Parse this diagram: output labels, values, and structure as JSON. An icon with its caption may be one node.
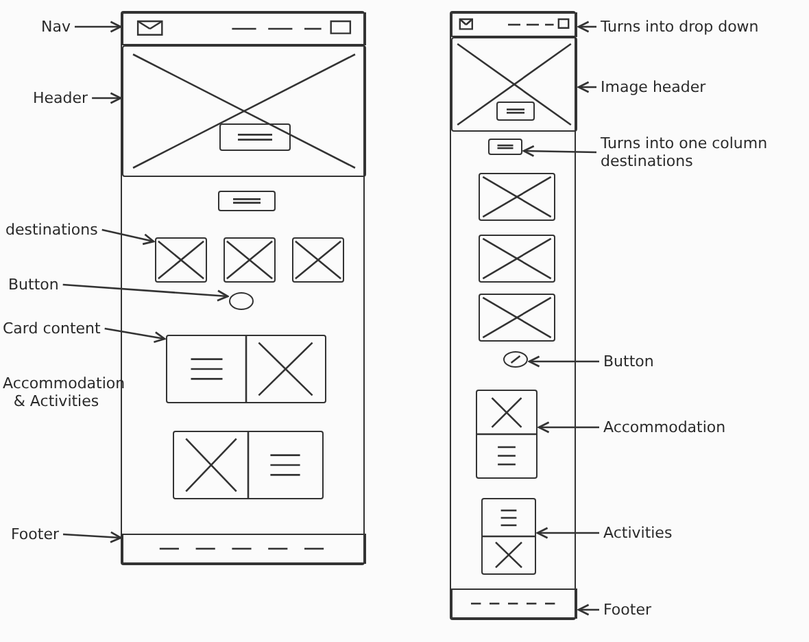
{
  "diagram": {
    "nodes": [
      {
        "text": [],
        "shape": "box"
      },
      {
        "text": [],
        "shape": "bar",
        "in": 0
      },
      {
        "text": [],
        "shape": "box",
        "in": 0
      },
      {
        "text": [],
        "shape": "box",
        "in": 2
      },
      {
        "text": [],
        "shape": "box",
        "in": 0
      },
      {
        "text": [],
        "shape": "box",
        "in": 0
      },
      {
        "text": [],
        "shape": "box",
        "in": 0
      },
      {
        "text": [],
        "shape": "box",
        "in": 0
      },
      {
        "text": [],
        "shape": "ellipse",
        "in": 0
      },
      {
        "text": [],
        "shape": "box",
        "in": 0
      },
      {
        "text": [],
        "shape": "box",
        "in": 0
      },
      {
        "text": [],
        "shape": "bar",
        "in": 0
      },
      {
        "text": [],
        "shape": "box"
      },
      {
        "text": [],
        "shape": "bar",
        "in": 12
      },
      {
        "text": [],
        "shape": "box",
        "in": 12
      },
      {
        "text": [],
        "shape": "box",
        "in": 14
      },
      {
        "text": [],
        "shape": "box",
        "in": 12
      },
      {
        "text": [],
        "shape": "box",
        "in": 12
      },
      {
        "text": [],
        "shape": "box",
        "in": 12
      },
      {
        "text": [],
        "shape": "box",
        "in": 12
      },
      {
        "text": [],
        "shape": "ellipse",
        "in": 12
      },
      {
        "text": [],
        "shape": "box",
        "in": 12
      },
      {
        "text": [],
        "shape": "box",
        "in": 12
      },
      {
        "text": [],
        "shape": "bar",
        "in": 12
      },
      {
        "text": [
          "Nav"
        ]
      },
      {
        "text": [
          "Header"
        ]
      },
      {
        "text": [
          "destinations"
        ]
      },
      {
        "text": [
          "Button"
        ]
      },
      {
        "text": [
          "Card content",
          "Accommodation & Activities"
        ]
      },
      {
        "text": [
          "Footer"
        ]
      },
      {
        "text": [
          "Turns into drop down"
        ]
      },
      {
        "text": [
          "Image header"
        ]
      },
      {
        "text": [
          "Turns into one column destinations"
        ]
      },
      {
        "text": [
          "Button"
        ]
      },
      {
        "text": [
          "Accommodation"
        ]
      },
      {
        "text": [
          "Activities"
        ]
      },
      {
        "text": [
          "Footer"
        ]
      }
    ],
    "edges": [
      {
        "from": 24,
        "to": 1,
        "arrow": "to"
      },
      {
        "from": 25,
        "to": 2,
        "arrow": "to"
      },
      {
        "from": 26,
        "to": 5,
        "arrow": "to"
      },
      {
        "from": 27,
        "to": 8,
        "arrow": "to"
      },
      {
        "from": 28,
        "to": 9,
        "arrow": "to"
      },
      {
        "from": 29,
        "to": 11,
        "arrow": "to"
      },
      {
        "from": 30,
        "to": 13,
        "arrow": "to"
      },
      {
        "from": 31,
        "to": 14,
        "arrow": "to"
      },
      {
        "from": 32,
        "to": 16,
        "arrow": "to"
      },
      {
        "from": 33,
        "to": 20,
        "arrow": "to"
      },
      {
        "from": 34,
        "to": 21,
        "arrow": "to"
      },
      {
        "from": 35,
        "to": 22,
        "arrow": "to"
      },
      {
        "from": 36,
        "to": 23,
        "arrow": "to"
      }
    ]
  }
}
